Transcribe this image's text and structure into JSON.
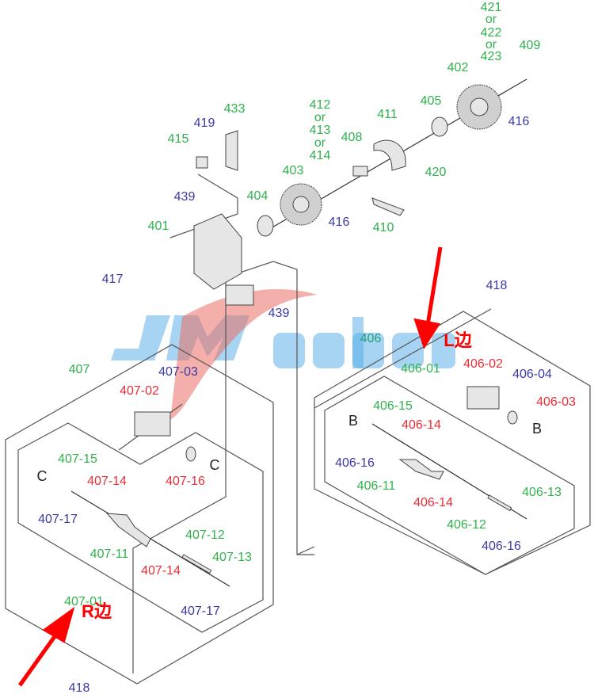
{
  "watermark": "JMSaohua",
  "side_labels": {
    "left_side": "L边",
    "right_side": "R边"
  },
  "colors": {
    "main_part": "#2fb24c",
    "screw": "#3b3ba6",
    "replaceable": "#ea2d36",
    "arrow": "#ff0000"
  },
  "top_assembly": {
    "p421": "421",
    "or1": "or",
    "p422": "422",
    "or2": "or",
    "p423": "423",
    "p409": "409",
    "p402": "402",
    "p405": "405",
    "p416a": "416",
    "p411": "411",
    "p412": "412",
    "or3": "or",
    "p413": "413",
    "or4": "or",
    "p414": "414",
    "p408": "408",
    "p420": "420",
    "p403": "403",
    "p404": "404",
    "p416b": "416",
    "p410": "410",
    "p433": "433",
    "p419": "419",
    "p415": "415",
    "p439a": "439",
    "p401": "401",
    "p417": "417",
    "p439b": "439",
    "p418": "418"
  },
  "left_assembly": {
    "p407": "407",
    "p407_03": "407-03",
    "p407_02": "407-02",
    "p407_16": "407-16",
    "c1": "C",
    "p407_15": "407-15",
    "c2": "C",
    "p407_14a": "407-14",
    "p407_17a": "407-17",
    "p407_12": "407-12",
    "p407_13": "407-13",
    "p407_11": "407-11",
    "p407_14b": "407-14",
    "p407_01": "407-01",
    "p407_17b": "407-17",
    "p418": "418"
  },
  "right_assembly": {
    "p406": "406",
    "p406_01": "406-01",
    "p406_02": "406-02",
    "p406_04": "406-04",
    "p406_03": "406-03",
    "b1": "B",
    "p406_15": "406-15",
    "b2": "B",
    "p406_14a": "406-14",
    "p406_16a": "406-16",
    "p406_11": "406-11",
    "p406_14b": "406-14",
    "p406_12": "406-12",
    "p406_13": "406-13",
    "p406_16b": "406-16"
  }
}
